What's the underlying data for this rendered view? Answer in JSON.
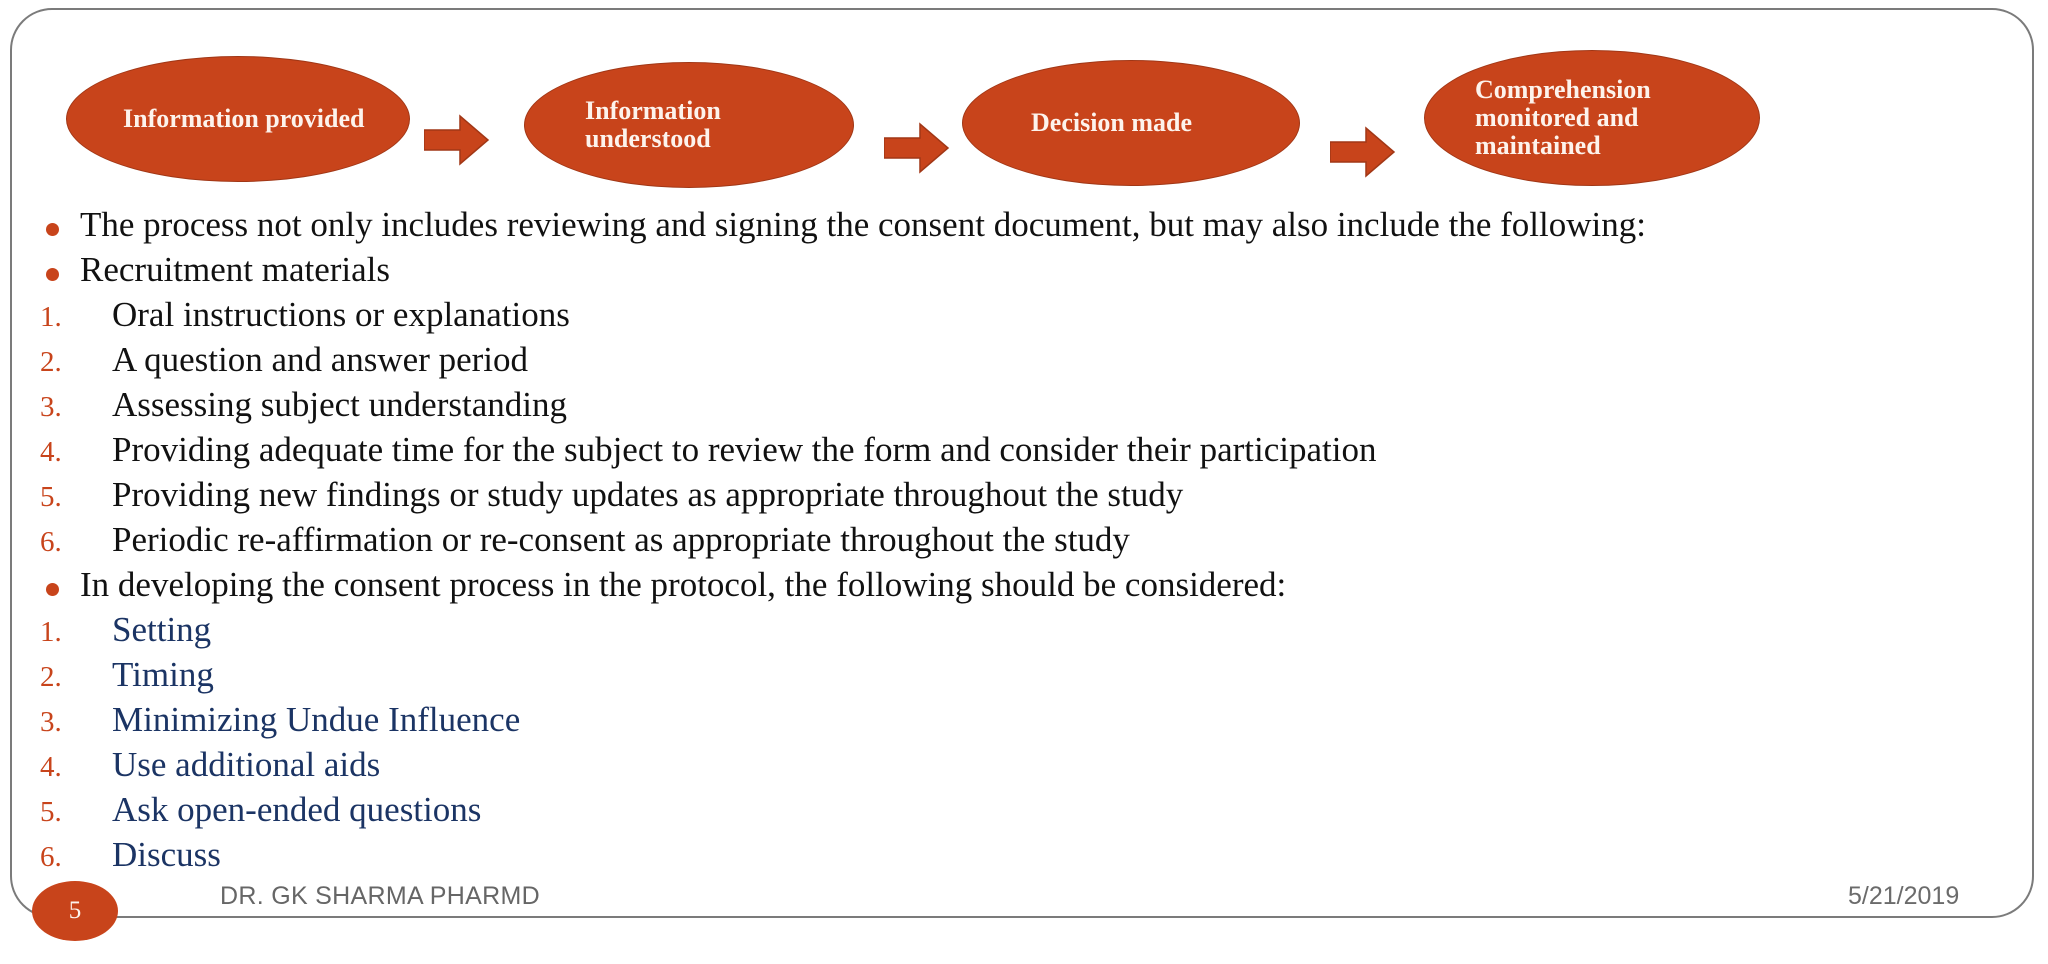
{
  "slide": {
    "number": "5",
    "author": "DR. GK SHARMA PHARMD",
    "date": "5/21/2019",
    "accent_color": "#C8441B",
    "accent_border_color": "#A13716",
    "blue_text_color": "#1B3464",
    "body_text_color": "#111111",
    "frame_border_color": "#7B7B7B"
  },
  "diagram": {
    "type": "process-flow",
    "nodes": [
      {
        "label": "Information provided"
      },
      {
        "label": "Information understood"
      },
      {
        "label": "Decision made"
      },
      {
        "label": "Comprehension monitored and maintained"
      }
    ],
    "connectors": [
      {
        "name": "arrow-right"
      },
      {
        "name": "arrow-right"
      },
      {
        "name": "arrow-right"
      }
    ]
  },
  "body": {
    "lines": [
      {
        "kind": "bullet",
        "marker": "•",
        "text": "The process not only includes reviewing and signing the consent document, but may also include the following:",
        "color": "dark"
      },
      {
        "kind": "bullet",
        "marker": "•",
        "text": "Recruitment materials",
        "color": "dark"
      },
      {
        "kind": "number",
        "marker": "1.",
        "text": "Oral instructions or explanations",
        "color": "dark"
      },
      {
        "kind": "number",
        "marker": "2.",
        "text": "A question and answer period",
        "color": "dark"
      },
      {
        "kind": "number",
        "marker": "3.",
        "text": "Assessing subject understanding",
        "color": "dark"
      },
      {
        "kind": "number",
        "marker": "4.",
        "text": "Providing adequate time for the subject to review the form and consider their participation",
        "color": "dark"
      },
      {
        "kind": "number",
        "marker": "5.",
        "text": "Providing new findings or study updates as appropriate throughout the study",
        "color": "dark"
      },
      {
        "kind": "number",
        "marker": "6.",
        "text": "Periodic re-affirmation or re-consent as appropriate throughout the study",
        "color": "dark"
      },
      {
        "kind": "bullet",
        "marker": "•",
        "text": "In developing the consent process in the protocol, the following should be considered:",
        "color": "dark"
      },
      {
        "kind": "number",
        "marker": "1.",
        "text": "Setting",
        "color": "blue"
      },
      {
        "kind": "number",
        "marker": "2.",
        "text": "Timing",
        "color": "blue"
      },
      {
        "kind": "number",
        "marker": "3.",
        "text": "Minimizing Undue Influence",
        "color": "blue"
      },
      {
        "kind": "number",
        "marker": "4.",
        "text": "Use additional aids",
        "color": "blue"
      },
      {
        "kind": "number",
        "marker": "5.",
        "text": "Ask open-ended questions",
        "color": "blue"
      },
      {
        "kind": "number",
        "marker": "6.",
        "text": "Discuss",
        "color": "blue"
      }
    ]
  }
}
